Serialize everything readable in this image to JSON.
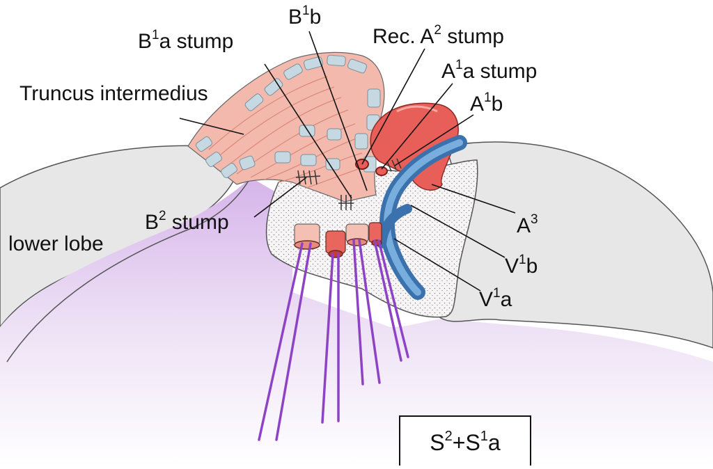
{
  "labels": {
    "b1b": {
      "base": "B",
      "sup": "1",
      "rest": "b"
    },
    "b1a_stump": {
      "base": "B",
      "sup": "1",
      "rest": "a stump"
    },
    "rec_a2_stump": {
      "base": "Rec. A",
      "sup": "2",
      "rest": " stump"
    },
    "a1a_stump": {
      "base": "A",
      "sup": "1",
      "rest": "a stump"
    },
    "a1b": {
      "base": "A",
      "sup": "1",
      "rest": "b"
    },
    "truncus": {
      "base": "Truncus intermedius",
      "sup": "",
      "rest": ""
    },
    "b2_stump": {
      "base": "B",
      "sup": "2",
      "rest": " stump"
    },
    "lower_lobe": {
      "base": "lower lobe",
      "sup": "",
      "rest": ""
    },
    "a3": {
      "base": "A",
      "sup": "3",
      "rest": ""
    },
    "v1b": {
      "base": "V",
      "sup": "1",
      "rest": "b"
    },
    "v1a": {
      "base": "V",
      "sup": "1",
      "rest": "a"
    }
  },
  "segment_box": {
    "s1": "S",
    "sup1": "2",
    "plus": "+S",
    "sup2": "1",
    "tail": "a"
  },
  "colors": {
    "lobe_fill": "#e9e9e9",
    "lobe_purple": "#c9a2e0",
    "bronchus": "#f2b5a8",
    "cartilage": "#c3d7e0",
    "artery": "#e8605a",
    "vein": "#5b93cc",
    "stipple": "#f6f4f4",
    "wire": "#8a3fc0"
  },
  "icons": [
    "staple-icon"
  ]
}
